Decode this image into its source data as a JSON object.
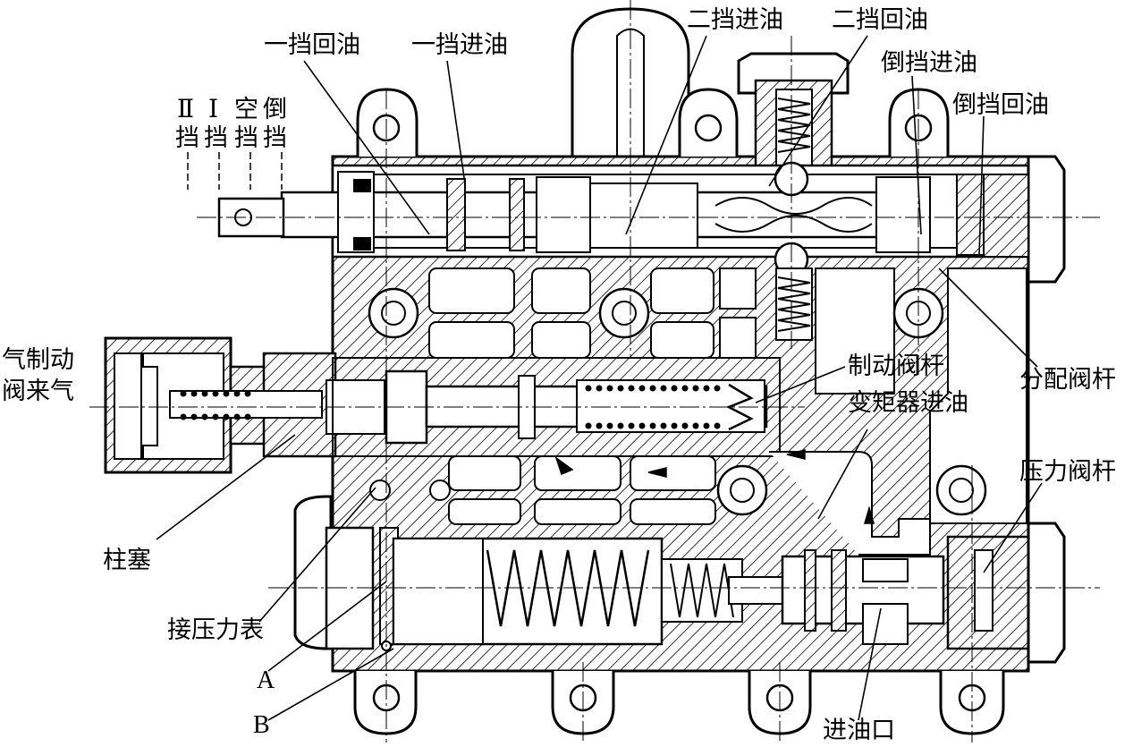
{
  "labels": {
    "gear2_oil_in": "二挡进油",
    "gear2_oil_return": "二挡回油",
    "gear1_oil_return": "一挡回油",
    "gear1_oil_in": "一挡进油",
    "reverse_oil_in": "倒挡进油",
    "reverse_oil_return": "倒挡回油",
    "gear_ii": "Ⅱ",
    "gear_i": "Ⅰ",
    "gear_neutral": "空",
    "gear_reverse": "倒",
    "gear_suffix": "挡",
    "air_brake_line1": "气制动",
    "air_brake_line2": "阀来气",
    "brake_valve_rod": "制动阀杆",
    "converter_oil_in": "变矩器进油",
    "distributor_valve_rod": "分配阀杆",
    "pressure_valve_rod": "压力阀杆",
    "plunger": "柱塞",
    "pressure_gauge_port": "接压力表",
    "port_a": "A",
    "port_b": "B",
    "oil_inlet": "进油口"
  }
}
